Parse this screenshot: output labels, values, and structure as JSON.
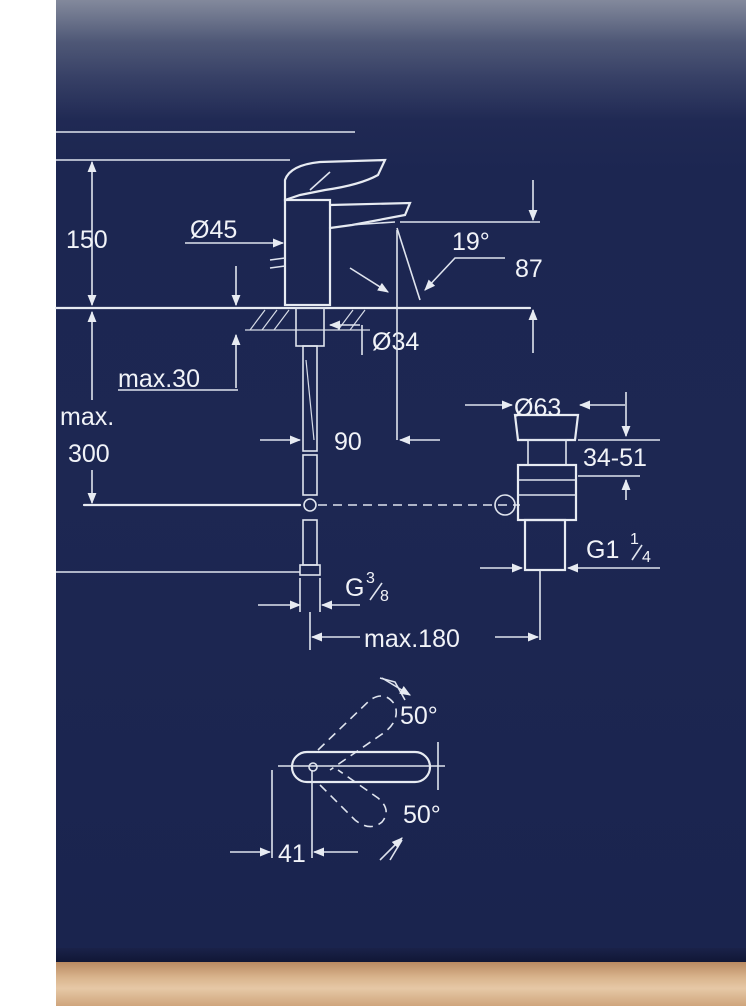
{
  "diagram": {
    "dimensions": {
      "spout_height": "150",
      "lever_diameter": "Ø45",
      "spout_angle": "19°",
      "spout_height_above_deck": "87",
      "hole_diameter": "Ø34",
      "deck_thickness": "max.30",
      "supply_height_line1": "max.",
      "supply_height_line2": "300",
      "spout_reach": "90",
      "waste_diameter": "Ø63",
      "waste_range": "34-51",
      "waste_thread_main": "G1",
      "waste_thread_num": "1",
      "waste_thread_den": "4",
      "supply_thread_main": "G",
      "supply_thread_num": "3",
      "supply_thread_den": "8",
      "waste_distance": "max.180",
      "lever_rotation_up": "50°",
      "lever_rotation_down": "50°",
      "lever_length": "41"
    },
    "colors": {
      "background": "#1d2752",
      "line": "#e7ebf2"
    }
  }
}
